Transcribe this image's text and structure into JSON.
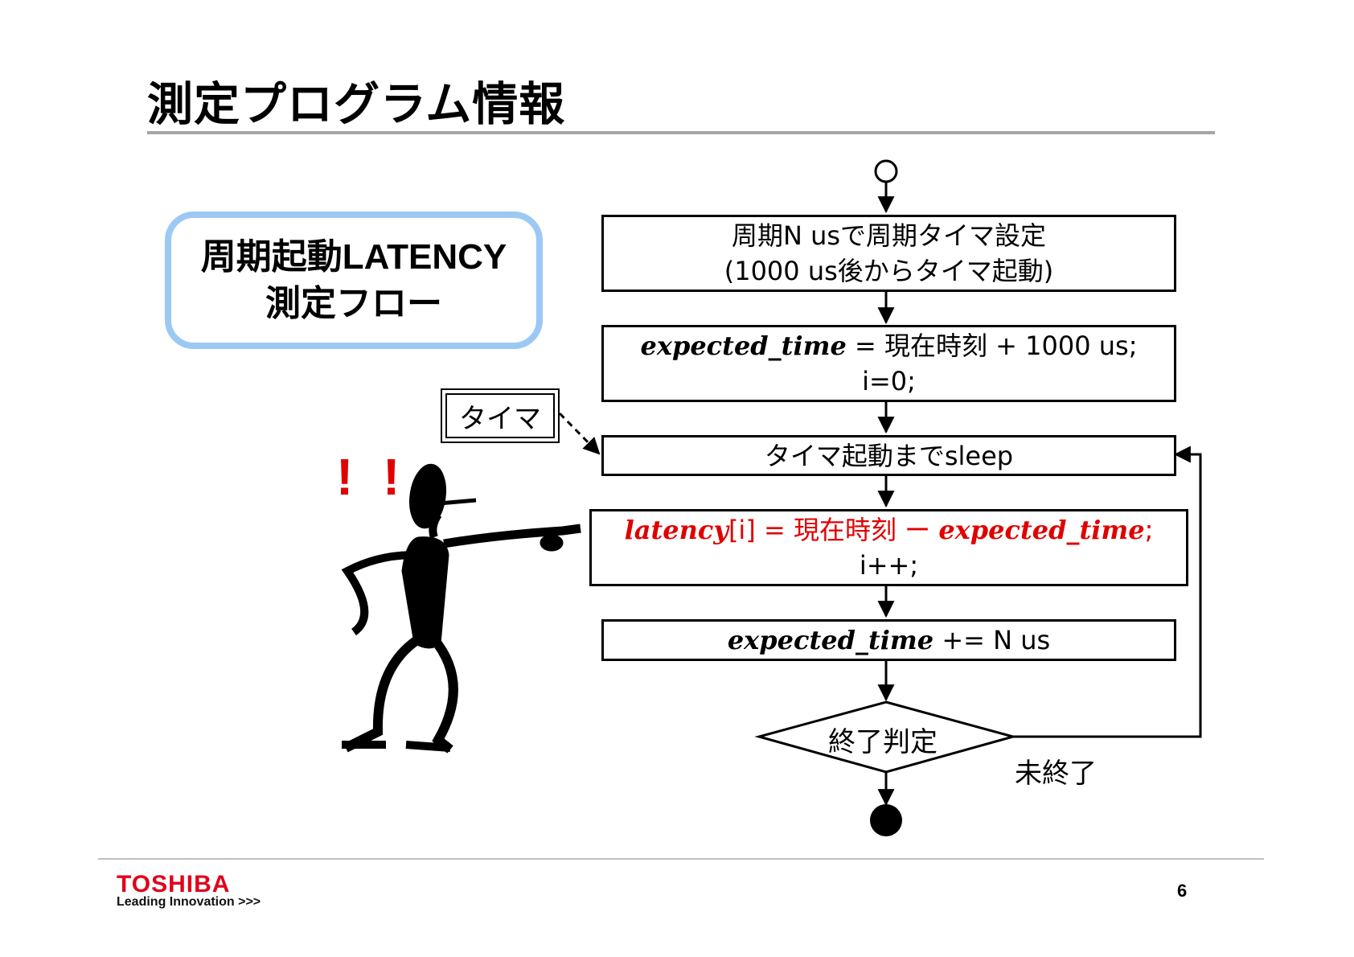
{
  "slide": {
    "title": "測定プログラム情報",
    "page_number": "6"
  },
  "callout": {
    "line1": "周期起動LATENCY",
    "line2": "測定フロー"
  },
  "timer_label": "タイマ",
  "exclamation": "！！",
  "flow": {
    "box1": {
      "line1": "周期N usで周期タイマ設定",
      "line2": "(1000 us後からタイマ起動)"
    },
    "box2": {
      "var": "expected_time",
      "rest": "= 現在時刻 + 1000 us;",
      "line2": "i=0;"
    },
    "box3": {
      "text": "タイマ起動までsleep"
    },
    "box4": {
      "var1": "latency",
      "mid": "[i] = 現在時刻 ー ",
      "var2": "expected_time",
      "end": ";",
      "line2": "i++;"
    },
    "box5": {
      "var": "expected_time",
      "rest": "+= N us"
    },
    "decision": "終了判定",
    "loop_label": "未終了"
  },
  "footer": {
    "brand": "TOSHIBA",
    "tagline": "Leading Innovation >>>"
  },
  "colors": {
    "accent_red": "#e00000",
    "callout_border": "#9cc8f4",
    "brand_red": "#e2001a"
  }
}
